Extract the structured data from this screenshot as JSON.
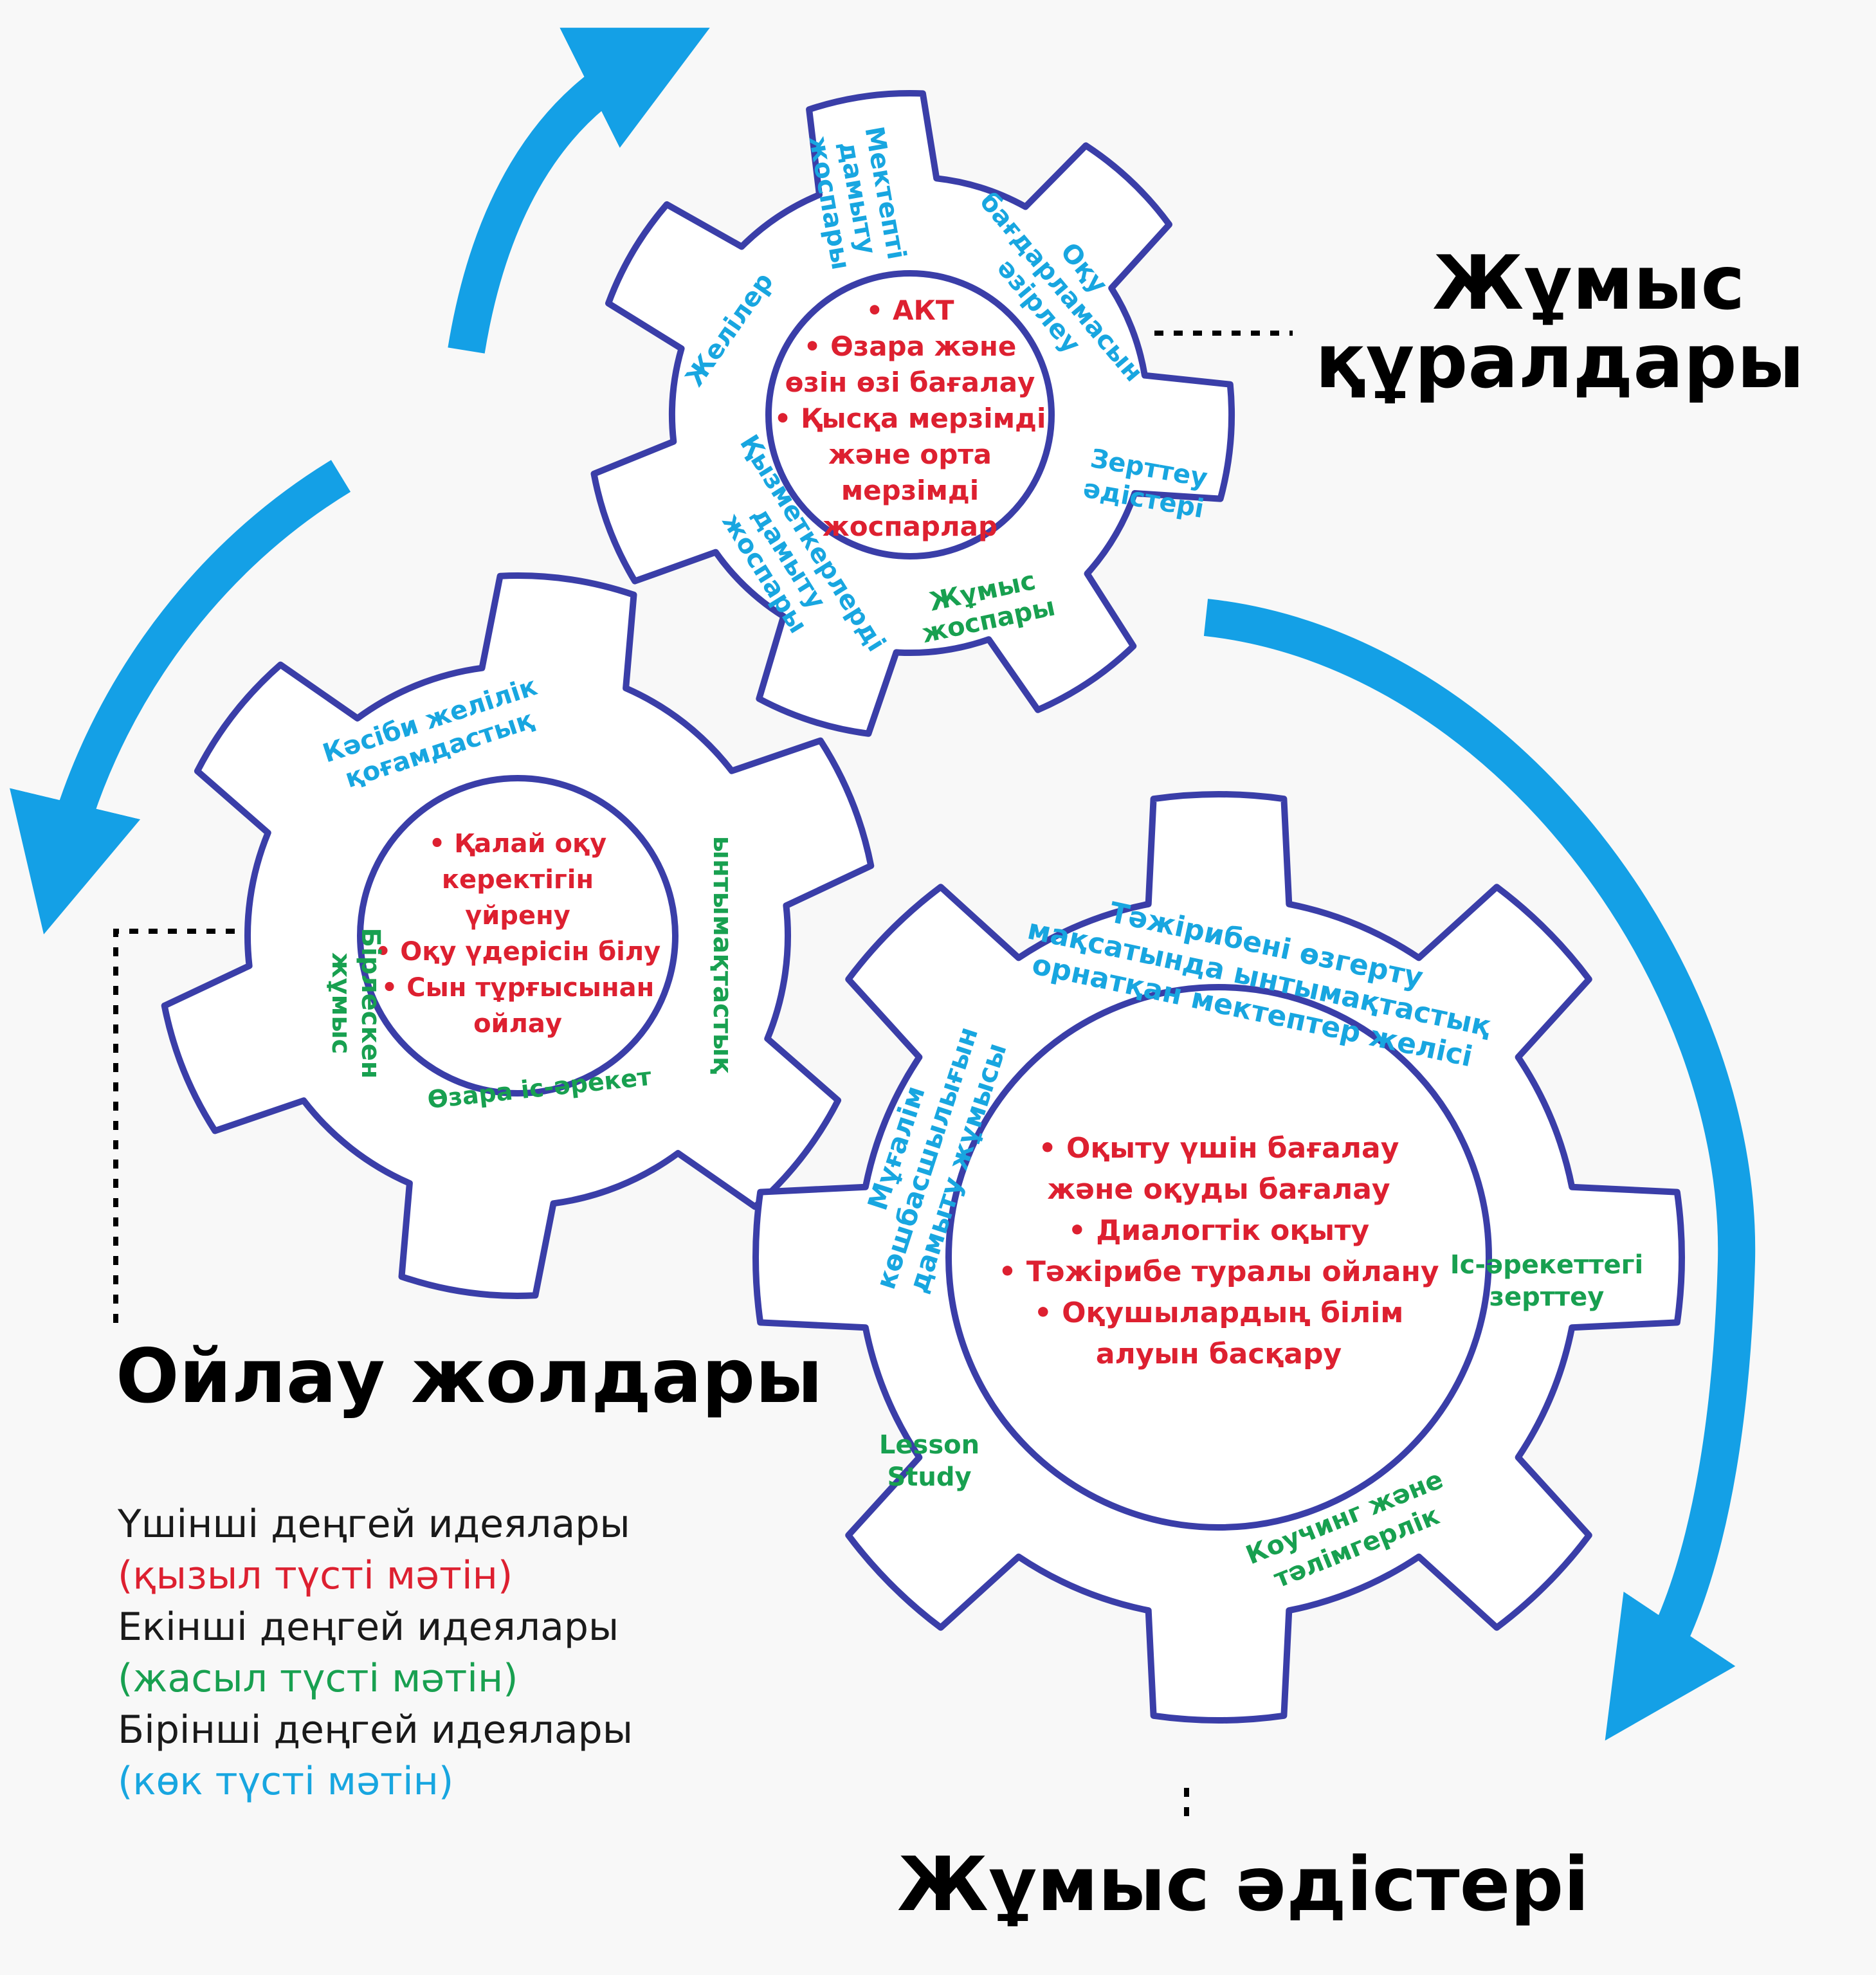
{
  "titles": {
    "tools": [
      "Жұмыс",
      "құралдары"
    ],
    "thinking": "Ойлау жолдары",
    "methods": "Жұмыс әдістері"
  },
  "colors": {
    "red": "#dd2030",
    "green": "#18a050",
    "blue": "#18a6e0",
    "arrow": "#14a0e6",
    "gear_stroke": "#3a3ea8"
  },
  "gear_tools": {
    "core": [
      "• АКТ",
      "• Өзара және",
      "өзін өзі бағалау",
      "• Қысқа мерзімді",
      "және орта",
      "мерзімді",
      "жоспарлар"
    ],
    "blue": [
      [
        "Мектепті",
        "дамыту",
        "жоспары"
      ],
      [
        "Оқу",
        "бағдарламасын",
        "әзірлеу"
      ],
      [
        "Желілер"
      ],
      [
        "Зерттеу",
        "әдістері"
      ],
      [
        "Қызметкерлерді",
        "дамыту",
        "жоспары"
      ]
    ],
    "green": [
      [
        "Жұмыс",
        "жоспары"
      ]
    ]
  },
  "gear_thinking": {
    "core": [
      "• Қалай оқу",
      "керектігін",
      "үйрену",
      "• Оқу үдерісін білу",
      "• Сын тұрғысынан",
      "ойлау"
    ],
    "blue": [
      [
        "Кәсіби желілік",
        "қоғамдастық"
      ]
    ],
    "green": [
      [
        "ынтымақтастық"
      ],
      [
        "Бірлескен",
        "жұмыс"
      ],
      [
        "Өзара іс-әрекет"
      ]
    ]
  },
  "gear_methods": {
    "core": [
      "• Оқыту үшін бағалау",
      "және оқуды бағалау",
      "• Диалогтік оқыту",
      "• Тәжірибе туралы ойлану",
      "• Оқушылардың білім",
      "алуын басқару"
    ],
    "blue": [
      [
        "Тәжірибені өзгерту",
        "мақсатында ынтымақтастық",
        "орнатқан мектептер желісі"
      ],
      [
        "Мұғалім",
        "көшбасшылығын",
        "дамыту жұмысы"
      ]
    ],
    "green": [
      [
        "Іс-әрекеттегі",
        "зерттеу"
      ],
      [
        "Lesson",
        "Study"
      ],
      [
        "Коучинг және",
        "тәлімгерлік"
      ]
    ]
  },
  "legend": [
    {
      "text": "Үшінші деңгей идеялары",
      "color": "#1a1a1a"
    },
    {
      "text": "(қызыл түсті мәтін)",
      "color": "#dd2030"
    },
    {
      "text": "Екінші деңгей идеялары",
      "color": "#1a1a1a"
    },
    {
      "text": "(жасыл түсті мәтін)",
      "color": "#18a050"
    },
    {
      "text": "Бірінші деңгей идеялары",
      "color": "#1a1a1a"
    },
    {
      "text": "(көк түсті мәтін)",
      "color": "#18a6e0"
    }
  ]
}
